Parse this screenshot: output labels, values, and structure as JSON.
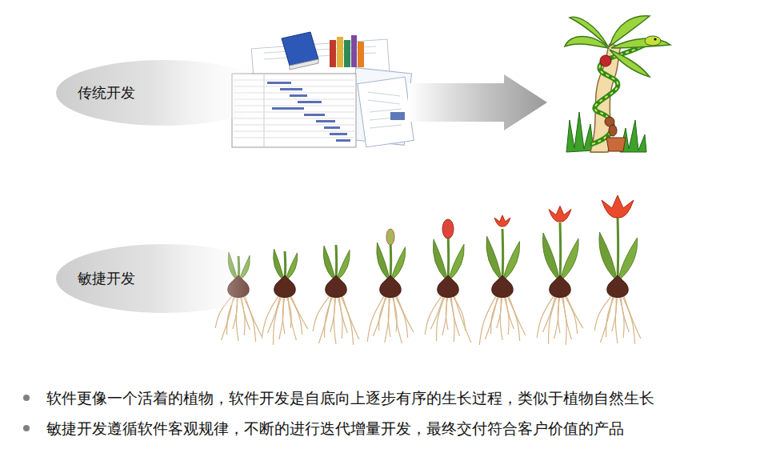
{
  "diagram": {
    "nodes": [
      {
        "text": [
          "传统开发"
        ]
      },
      {
        "text": [
          "敏捷开发"
        ]
      }
    ],
    "labels": [
      "软件更像一个活着的植物，软件开发是自底向上逐步有序的生长过程，类似于植物自然生长",
      "敏捷开发遵循软件客观规律，不断的进行迭代增量开发，最终交付符合客户价值的产品"
    ]
  }
}
